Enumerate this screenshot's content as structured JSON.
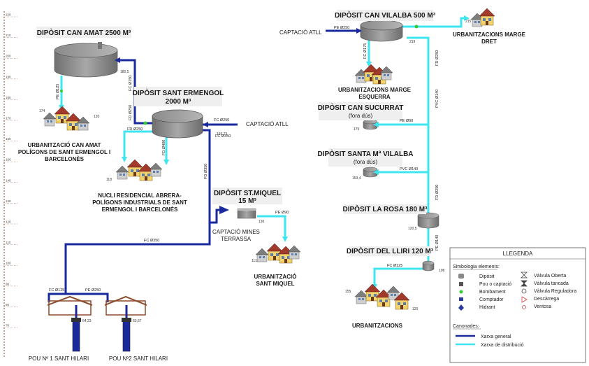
{
  "axis": {
    "ticks": [
      "220",
      "210",
      "200",
      "190",
      "180",
      "170",
      "160",
      "150",
      "140",
      "130",
      "120",
      "110",
      "100",
      "90",
      "80",
      "70"
    ]
  },
  "tanks": {
    "can_amat": {
      "title": "DIPÒSIT CAN AMAT 2500 M³",
      "level": "180,5"
    },
    "sant_ermengol": {
      "title_line1": "DIPÒSIT SANT ERMENGOL",
      "title_line2": "2000 M³",
      "level": "166,73"
    },
    "can_vilalba": {
      "title": "DIPÒSIT CAN VILALBA 500 M³",
      "level": "219"
    },
    "can_sucurrat": {
      "title_line1": "DIPÒSIT CAN SUCURRAT",
      "title_line2": "(fora dús)",
      "level": "175"
    },
    "santa_m_vilalba": {
      "title_line1": "DIPÒSIT SANTA Mª VILALBA",
      "title_line2": "(fora dús)",
      "level": "153,4"
    },
    "la_rosa": {
      "title": "DIPÒSIT LA ROSA 180 M³",
      "level": "120,5"
    },
    "del_lliri": {
      "title": "DIPÒSIT DEL LLIRI 120 M³",
      "level": "108"
    },
    "st_miquel": {
      "title_line1": "DIPÒSIT ST.MIQUEL",
      "title_line2": "15 M³",
      "level": "136"
    }
  },
  "captacions": {
    "atll_top": "CAPTACIÓ ATLL",
    "atll_mid": "CAPTACIÓ ATLL",
    "mines_line1": "CAPTACIÓ MINES",
    "mines_line2": "TERRASSA"
  },
  "places": {
    "can_amat_line1": "URBANITZACIÓ CAN AMAT",
    "can_amat_line2": "POLÍGONS DE SANT ERMENGOL I",
    "can_amat_line3": "BARCELONÈS",
    "abrera_line1": "NUCLI RESIDENCIAL ABRERA-",
    "abrera_line2": "POLÍGONS INDUSTRIALS DE SANT",
    "abrera_line3": "ERMENGOL I BARCELONÈS",
    "sant_miquel_line1": "URBANITZACIÓ",
    "sant_miquel_line2": "SANT MIQUEL",
    "marge_dret_line1": "URBANITZACIONS MARGE",
    "marge_dret_line2": "DRET",
    "marge_esq_line1": "URBANITZACIONS MARGE",
    "marge_esq_line2": "ESQUERRA",
    "urbanitzacions": "URBANITZACIONS",
    "pou1": "POU Nº 1 SANT HILARI",
    "pou2": "POU Nº2 SANT HILARI"
  },
  "house_levels": {
    "can_amat_a": "174",
    "can_amat_b": "120",
    "abrera": "118",
    "marge_dret": "215",
    "sant_miquel": "111",
    "urb_a": "155",
    "urb_b": "120"
  },
  "pou_levels": {
    "pou1": "64,23",
    "pou2": "63,67"
  },
  "pipes": {
    "pe250_top": "PE Ø250",
    "fc150_amat": "FC Ø150",
    "pe125_amat": "PE Ø125",
    "fd250_a": "FD Ø250",
    "fc250_se": "FC Ø250",
    "fd250_b": "FD Ø250",
    "fd400": "FD Ø400",
    "fc350_top": "FC Ø350",
    "fd350_v": "FD Ø350",
    "fc350_bottom": "FC Ø350",
    "pe90_miquel": "PE Ø90",
    "fc175": "FC Ø175",
    "fd250_right": "FD Ø250",
    "pvc140_a": "PVC Ø140",
    "pe90_sucurrat": "PE Ø90",
    "pvc140_b": "PVC Ø140",
    "fd250_lower": "FD Ø250",
    "pe140_lliri": "PE Ø140",
    "fc125_lliri": "FC Ø125",
    "fc125_pou": "FC Ø125",
    "pe250_pou": "PE Ø250"
  },
  "legend": {
    "title": "LLEGENDA",
    "elements_heading": "Simbologia elements:",
    "elements_left": [
      "Dipòsit",
      "Pou o captació",
      "Bombament",
      "Comptador",
      "Hidrant"
    ],
    "elements_right": [
      "Vàlvula Oberta",
      "Vàlvula tancada",
      "Vàlvula Reguladora",
      "Descàrrega",
      "Ventosa"
    ],
    "pipes_heading": "Canonades:",
    "pipe_items": [
      "Xarxa general",
      "Xarxa de distribució"
    ]
  },
  "colors": {
    "general": "#1a2a9c",
    "distribution": "#3fe6f0",
    "tank": "#8c8c8c",
    "house_wall": "#f2d46a",
    "house_roof": "#a23a2c"
  }
}
